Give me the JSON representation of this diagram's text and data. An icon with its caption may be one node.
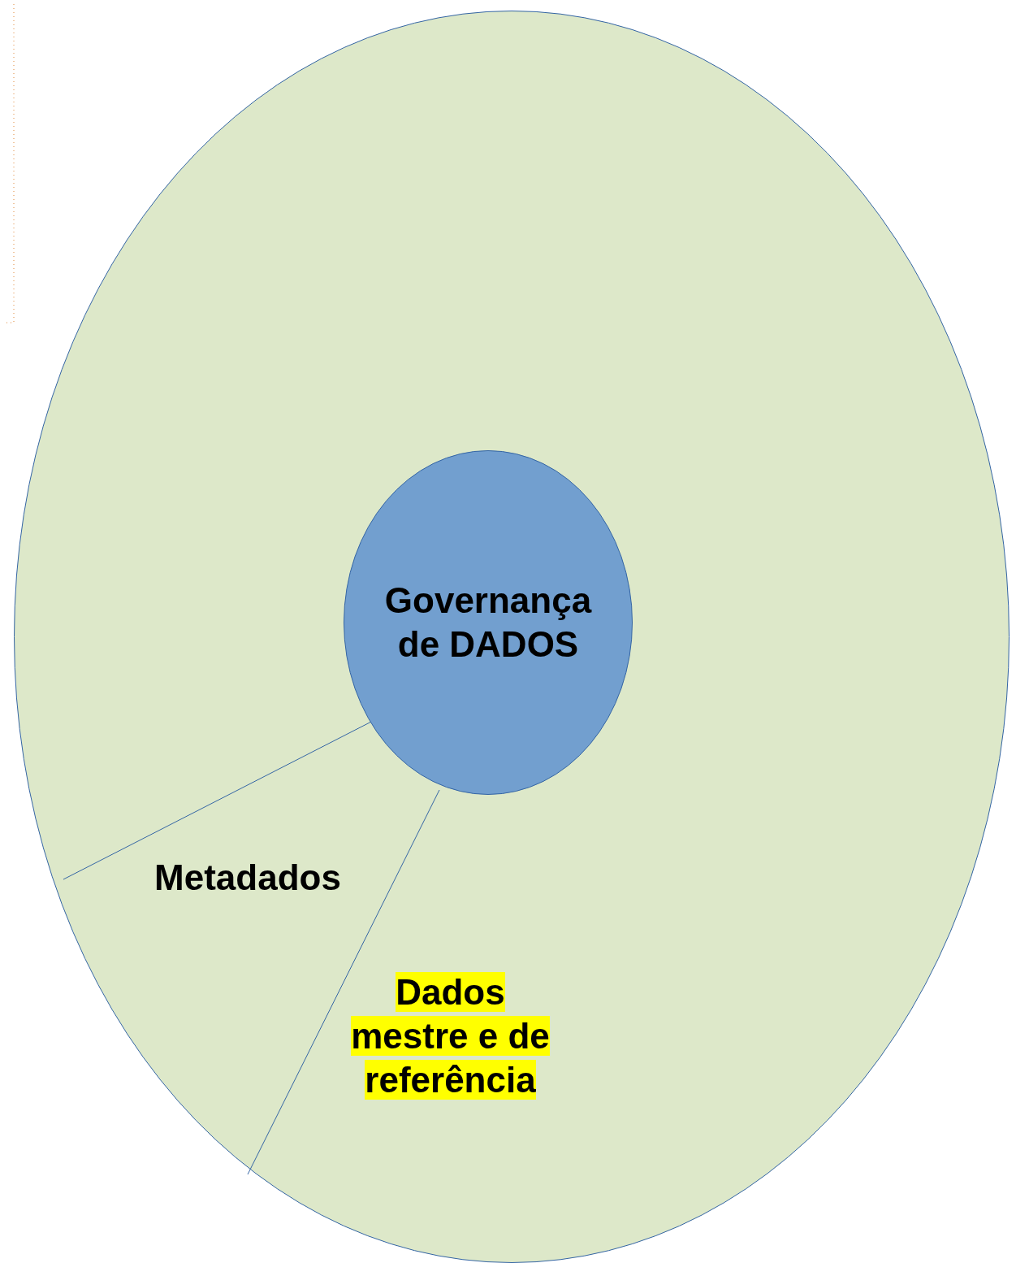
{
  "diagram": {
    "nodes": [
      {
        "text": [],
        "shape": "circle"
      },
      {
        "text": [
          "Governança de DADOS"
        ],
        "in": 0
      }
    ],
    "labels": [
      "Metadados",
      "Dados mestre e de referência"
    ]
  }
}
